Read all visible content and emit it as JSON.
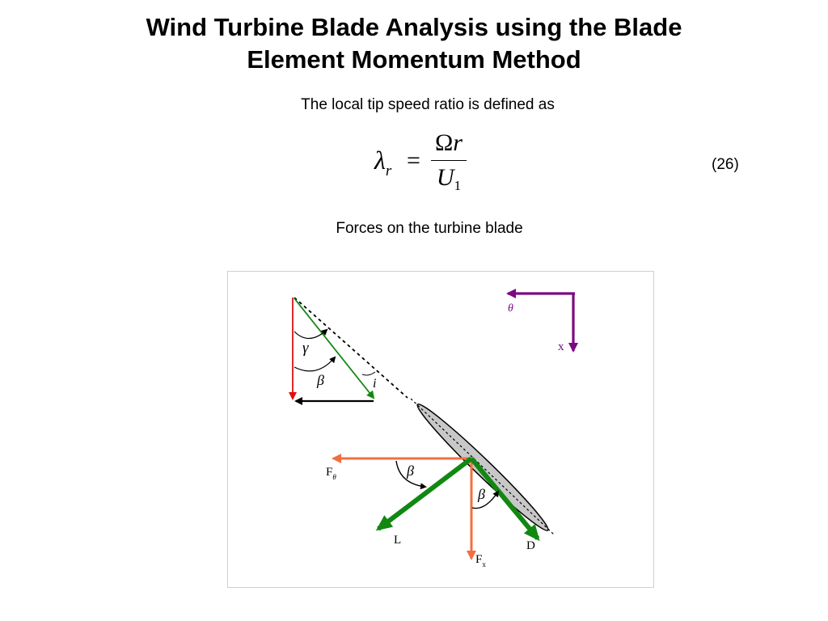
{
  "slide": {
    "title_line1": "Wind Turbine Blade Analysis using the Blade",
    "title_line2": "Element Momentum Method",
    "subtitle": "The local tip speed ratio is defined as",
    "equation": {
      "lhs_symbol": "λ",
      "lhs_subscript": "r",
      "equals": "=",
      "numerator_omega": "Ω",
      "numerator_var": "r",
      "denominator_var": "U",
      "denominator_subscript": "1",
      "number": "(26)"
    },
    "caption": "Forces on the turbine blade"
  },
  "diagram": {
    "labels": {
      "gamma": "γ",
      "beta_upper": "β",
      "i": "i",
      "theta_axis": "θ",
      "x_axis": "x",
      "f_theta": "F",
      "f_theta_sub": "θ",
      "beta_lower_left": "β",
      "beta_lower_right": "β",
      "lift": "L",
      "drag": "D",
      "f_x": "F",
      "f_x_sub": "x"
    },
    "colors": {
      "red": "#dd1111",
      "black": "#000000",
      "green": "#118811",
      "orange": "#f07040",
      "purple": "#7b0a82",
      "blade_fill": "#c8c8c8"
    }
  }
}
